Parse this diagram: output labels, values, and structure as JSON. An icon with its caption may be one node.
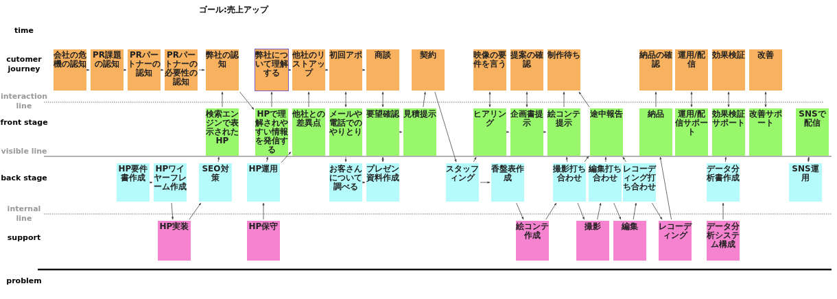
{
  "diagram": {
    "title": "ゴール:売上アップ",
    "nodes": [
      {
        "text": [
          "会社の危機の認知"
        ]
      },
      {
        "text": [
          "PR課題の認知"
        ]
      },
      {
        "text": [
          "PRパートナーの認知"
        ]
      },
      {
        "text": [
          "PRパートナーの必要性の認知"
        ]
      },
      {
        "text": [
          "弊社の認知"
        ]
      },
      {
        "text": [
          "弊社について理解する"
        ]
      },
      {
        "text": [
          "他社のリストアップ"
        ]
      },
      {
        "text": [
          "初回アポ"
        ]
      },
      {
        "text": [
          "商談"
        ]
      },
      {
        "text": [
          "契約"
        ]
      },
      {
        "text": [
          "映像の要件を言う"
        ]
      },
      {
        "text": [
          "提案の確認"
        ]
      },
      {
        "text": [
          "制作待ち"
        ]
      },
      {
        "text": [
          "納品の確認"
        ]
      },
      {
        "text": [
          "運用/配信"
        ]
      },
      {
        "text": [
          "効果検証"
        ]
      },
      {
        "text": [
          "改善"
        ]
      },
      {
        "text": [
          "検索エンジンで表示されたHP"
        ]
      },
      {
        "text": [
          "HPで理解されやすい情報を発信する"
        ]
      },
      {
        "text": [
          "他社との差異点"
        ]
      },
      {
        "text": [
          "メールや電話でのやりとり"
        ]
      },
      {
        "text": [
          "要望確認"
        ]
      },
      {
        "text": [
          "見積提示"
        ]
      },
      {
        "text": [
          "ヒアリング"
        ]
      },
      {
        "text": [
          "企画書提示"
        ]
      },
      {
        "text": [
          "絵コンテ提示"
        ]
      },
      {
        "text": [
          "途中報告"
        ]
      },
      {
        "text": [
          "納品"
        ]
      },
      {
        "text": [
          "運用/配信サポート"
        ]
      },
      {
        "text": [
          "効果検証サポート"
        ]
      },
      {
        "text": [
          "改善サポート"
        ]
      },
      {
        "text": [
          "SNSで配信"
        ]
      },
      {
        "text": [
          "HP要件書作成"
        ]
      },
      {
        "text": [
          "HPワイヤーフレーム作成"
        ]
      },
      {
        "text": [
          "SEO対策"
        ]
      },
      {
        "text": [
          "HP運用"
        ]
      },
      {
        "text": [
          "お客さんについて調べる"
        ]
      },
      {
        "text": [
          "プレゼン資料作成"
        ]
      },
      {
        "text": [
          "スタッフィング"
        ]
      },
      {
        "text": [
          "香盤表作成"
        ]
      },
      {
        "text": [
          "撮影打ち合わせ"
        ]
      },
      {
        "text": [
          "編集打ち合わせ"
        ]
      },
      {
        "text": [
          "レコーディング打ち合わせ"
        ]
      },
      {
        "text": [
          "データ分析書作成"
        ]
      },
      {
        "text": [
          "SNS運用"
        ]
      },
      {
        "text": [
          "HP実装"
        ]
      },
      {
        "text": [
          "HP保守"
        ]
      },
      {
        "text": [
          "絵コンテ作成"
        ]
      },
      {
        "text": [
          "撮影"
        ]
      },
      {
        "text": [
          "編集"
        ]
      },
      {
        "text": [
          "レコーディング"
        ]
      },
      {
        "text": [
          "データ分析システム構成"
        ]
      }
    ],
    "edges": [
      {
        "from": 0,
        "to": 1,
        "arrow": "to"
      },
      {
        "from": 1,
        "to": 2,
        "arrow": "to"
      },
      {
        "from": 2,
        "to": 3,
        "arrow": "to"
      },
      {
        "from": 3,
        "to": 4,
        "arrow": "to"
      },
      {
        "from": 17,
        "to": 4,
        "arrow": "to"
      },
      {
        "from": 4,
        "to": 18,
        "arrow": "to"
      },
      {
        "from": 18,
        "to": 5,
        "arrow": "to"
      },
      {
        "from": 5,
        "to": 6,
        "arrow": "to"
      },
      {
        "from": 6,
        "to": 7,
        "arrow": "to"
      },
      {
        "from": 7,
        "to": 8,
        "arrow": "to"
      },
      {
        "from": 19,
        "to": 6,
        "arrow": "to"
      },
      {
        "from": 7,
        "to": 20,
        "arrow": "both"
      },
      {
        "from": 8,
        "to": 21,
        "arrow": "both"
      },
      {
        "from": 21,
        "to": 22,
        "arrow": "to"
      },
      {
        "from": 22,
        "to": 9,
        "arrow": "to"
      },
      {
        "from": 9,
        "to": 38,
        "arrow": "to"
      },
      {
        "from": 10,
        "to": 23,
        "arrow": "both"
      },
      {
        "from": 11,
        "to": 24,
        "arrow": "both"
      },
      {
        "from": 23,
        "to": 24,
        "arrow": "to"
      },
      {
        "from": 24,
        "to": 25,
        "arrow": "to"
      },
      {
        "from": 25,
        "to": 12,
        "arrow": "to"
      },
      {
        "from": 26,
        "to": 12,
        "arrow": "to"
      },
      {
        "from": 27,
        "to": 13,
        "arrow": "to"
      },
      {
        "from": 28,
        "to": 14,
        "arrow": "both"
      },
      {
        "from": 29,
        "to": 15,
        "arrow": "both"
      },
      {
        "from": 30,
        "to": 16,
        "arrow": "both"
      },
      {
        "from": 34,
        "to": 17,
        "arrow": "to"
      },
      {
        "from": 35,
        "to": 18,
        "arrow": "to"
      },
      {
        "from": 35,
        "to": 19,
        "arrow": "to"
      },
      {
        "from": 20,
        "to": 36,
        "arrow": "to"
      },
      {
        "from": 21,
        "to": 37,
        "arrow": "both"
      },
      {
        "from": 36,
        "to": 37,
        "arrow": "to"
      },
      {
        "from": 32,
        "to": 33,
        "arrow": "to"
      },
      {
        "from": 33,
        "to": 45,
        "arrow": "to"
      },
      {
        "from": 45,
        "to": 34,
        "arrow": "to"
      },
      {
        "from": 46,
        "to": 35,
        "arrow": "to"
      },
      {
        "from": 38,
        "to": 23,
        "arrow": "to"
      },
      {
        "from": 38,
        "to": 39,
        "arrow": "to"
      },
      {
        "from": 39,
        "to": 47,
        "arrow": "to"
      },
      {
        "from": 47,
        "to": 40,
        "arrow": "to"
      },
      {
        "from": 40,
        "to": 25,
        "arrow": "to"
      },
      {
        "from": 40,
        "to": 26,
        "arrow": "to"
      },
      {
        "from": 41,
        "to": 26,
        "arrow": "to"
      },
      {
        "from": 42,
        "to": 26,
        "arrow": "to"
      },
      {
        "from": 40,
        "to": 48,
        "arrow": "to"
      },
      {
        "from": 48,
        "to": 41,
        "arrow": "to"
      },
      {
        "from": 41,
        "to": 49,
        "arrow": "to"
      },
      {
        "from": 49,
        "to": 42,
        "arrow": "to"
      },
      {
        "from": 42,
        "to": 50,
        "arrow": "to"
      },
      {
        "from": 50,
        "to": 27,
        "arrow": "to"
      },
      {
        "from": 43,
        "to": 29,
        "arrow": "to"
      },
      {
        "from": 51,
        "to": 43,
        "arrow": "to"
      },
      {
        "from": 31,
        "to": 44,
        "arrow": "both"
      }
    ],
    "labels": [
      "time",
      "cutomer journey",
      "interaction line",
      "front stage",
      "visible line",
      "back stage",
      "internal line",
      "support",
      "problem"
    ]
  }
}
